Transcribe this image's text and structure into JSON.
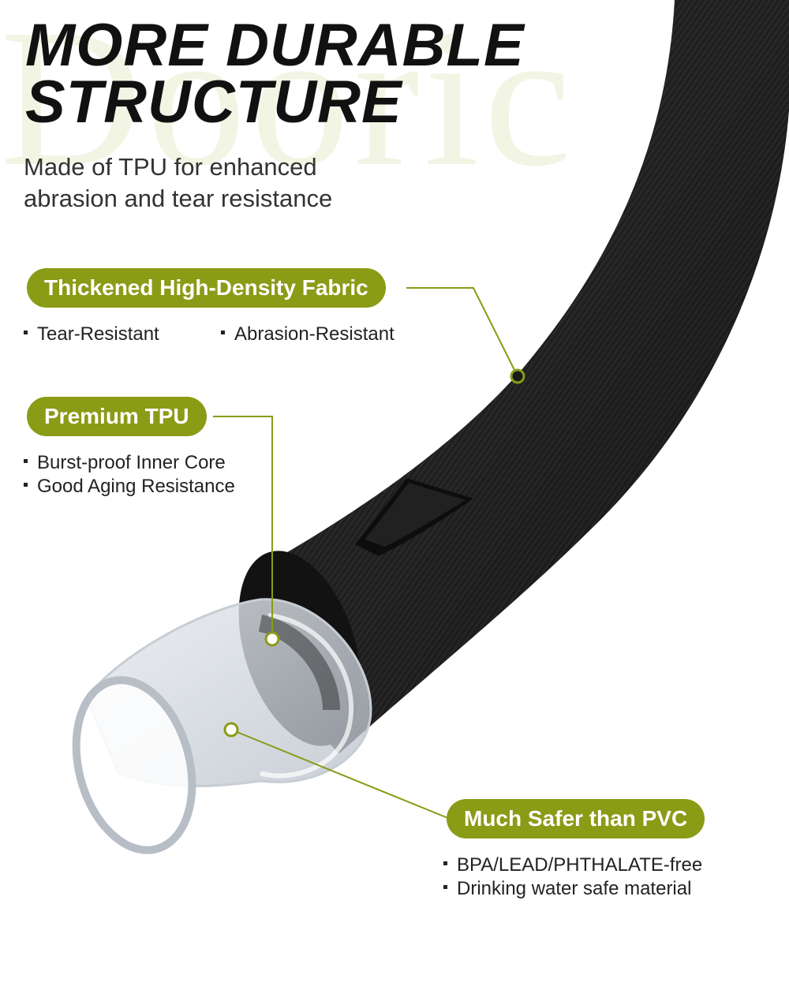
{
  "watermark": "Dooric",
  "heading": {
    "line1": "MORE DURABLE",
    "line2": "STRUCTURE"
  },
  "subheading": {
    "line1": "Made of TPU for enhanced",
    "line2": "abrasion and tear resistance"
  },
  "features": [
    {
      "label": "Thickened High-Density Fabric",
      "bullets": [
        "Tear-Resistant",
        "Abrasion-Resistant"
      ]
    },
    {
      "label": "Premium TPU",
      "bullets": [
        "Burst-proof Inner Core",
        "Good Aging Resistance"
      ]
    },
    {
      "label": "Much Safer than PVC",
      "bullets": [
        "BPA/LEAD/PHTHALATE-free",
        "Drinking water safe material"
      ]
    }
  ],
  "colors": {
    "accent": "#8a9b16",
    "hose": "#1c1c1c",
    "watermark": "#f2f5e3",
    "text": "#1a1a1a"
  },
  "icons": [
    "callout-dot-icon",
    "bullet-square-icon"
  ]
}
